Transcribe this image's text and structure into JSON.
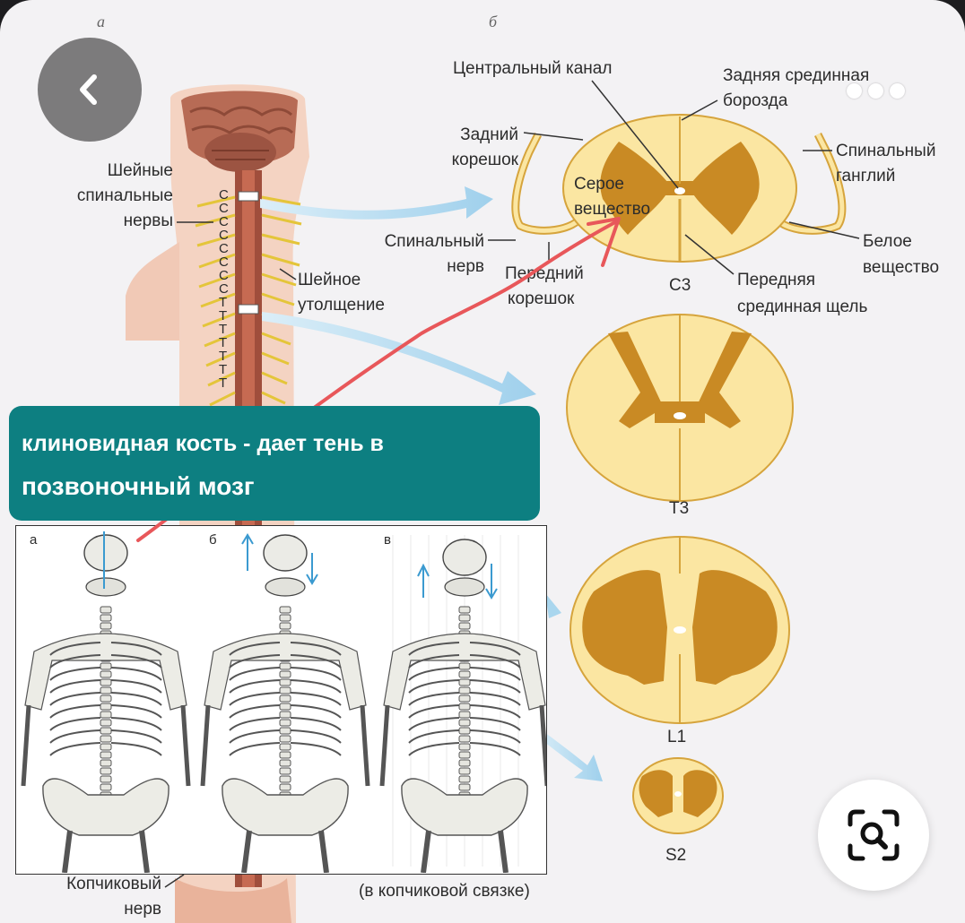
{
  "figure": {
    "panel_a": "а",
    "panel_b": "б",
    "left_labels": {
      "cervical_nerves": [
        "Шейные",
        "спинальные",
        "нервы"
      ],
      "cervical_enlargement": [
        "Шейное",
        "утолщение"
      ],
      "coccygeal_nerve": [
        "Копчиковый",
        "нерв"
      ]
    },
    "segment_letters": [
      "C",
      "C",
      "C",
      "C",
      "C",
      "C",
      "C",
      "C",
      "T",
      "T",
      "T",
      "T",
      "T",
      "T",
      "T"
    ],
    "section_labels": {
      "central_canal": "Центральный канал",
      "posterior_sulcus": [
        "Задняя срединная",
        "борозда"
      ],
      "posterior_root": [
        "Задний",
        "корешок"
      ],
      "spinal_ganglion": [
        "Спинальный",
        "ганглий"
      ],
      "gray_matter": [
        "Серое",
        "вещество"
      ],
      "spinal_nerve": [
        "Спинальный",
        "нерв"
      ],
      "anterior_root": [
        "Передний",
        "корешок"
      ],
      "white_matter": [
        "Белое",
        "вещество"
      ],
      "anterior_fissure": [
        "Передняя",
        "срединная щель"
      ]
    },
    "segments": [
      "C3",
      "T3",
      "L1",
      "S2"
    ],
    "coccyx_caption": "(в копчиковой связке)"
  },
  "overlay": {
    "banner_line1": "клиновидная кость - дает тень  в",
    "banner_line2": "позвоночный мозг",
    "inset_labels": [
      "а",
      "б",
      "в"
    ]
  },
  "controls": {
    "back_icon": "chevron-left-icon",
    "more_icon": "more-dots-icon",
    "lens_icon": "visual-search-icon"
  },
  "colors": {
    "banner": "#0d7f81",
    "white_matter": "#fbe6a2",
    "gray_matter": "#c98a24",
    "annotation": "#e8575a",
    "arrow": "#a9d6ee"
  }
}
